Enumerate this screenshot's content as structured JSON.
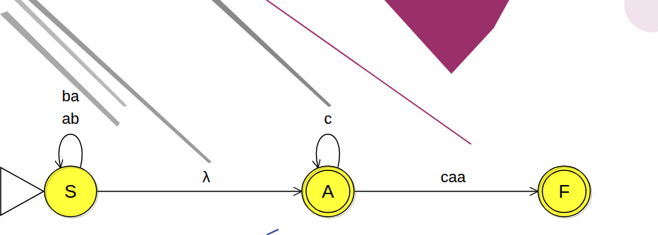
{
  "diagram": {
    "nodes": [
      {
        "text": [
          "S"
        ]
      },
      {
        "text": [
          "A"
        ]
      },
      {
        "text": [
          "F"
        ]
      }
    ],
    "edges": [
      {
        "from": 0,
        "to": 0,
        "label": "ba ab",
        "arrow": "to"
      },
      {
        "from": 1,
        "to": 1,
        "label": "c",
        "arrow": "to"
      },
      {
        "from": 0,
        "to": 1,
        "label": "λ",
        "arrow": "to"
      },
      {
        "from": 1,
        "to": 2,
        "label": "caa",
        "arrow": "to"
      }
    ]
  }
}
